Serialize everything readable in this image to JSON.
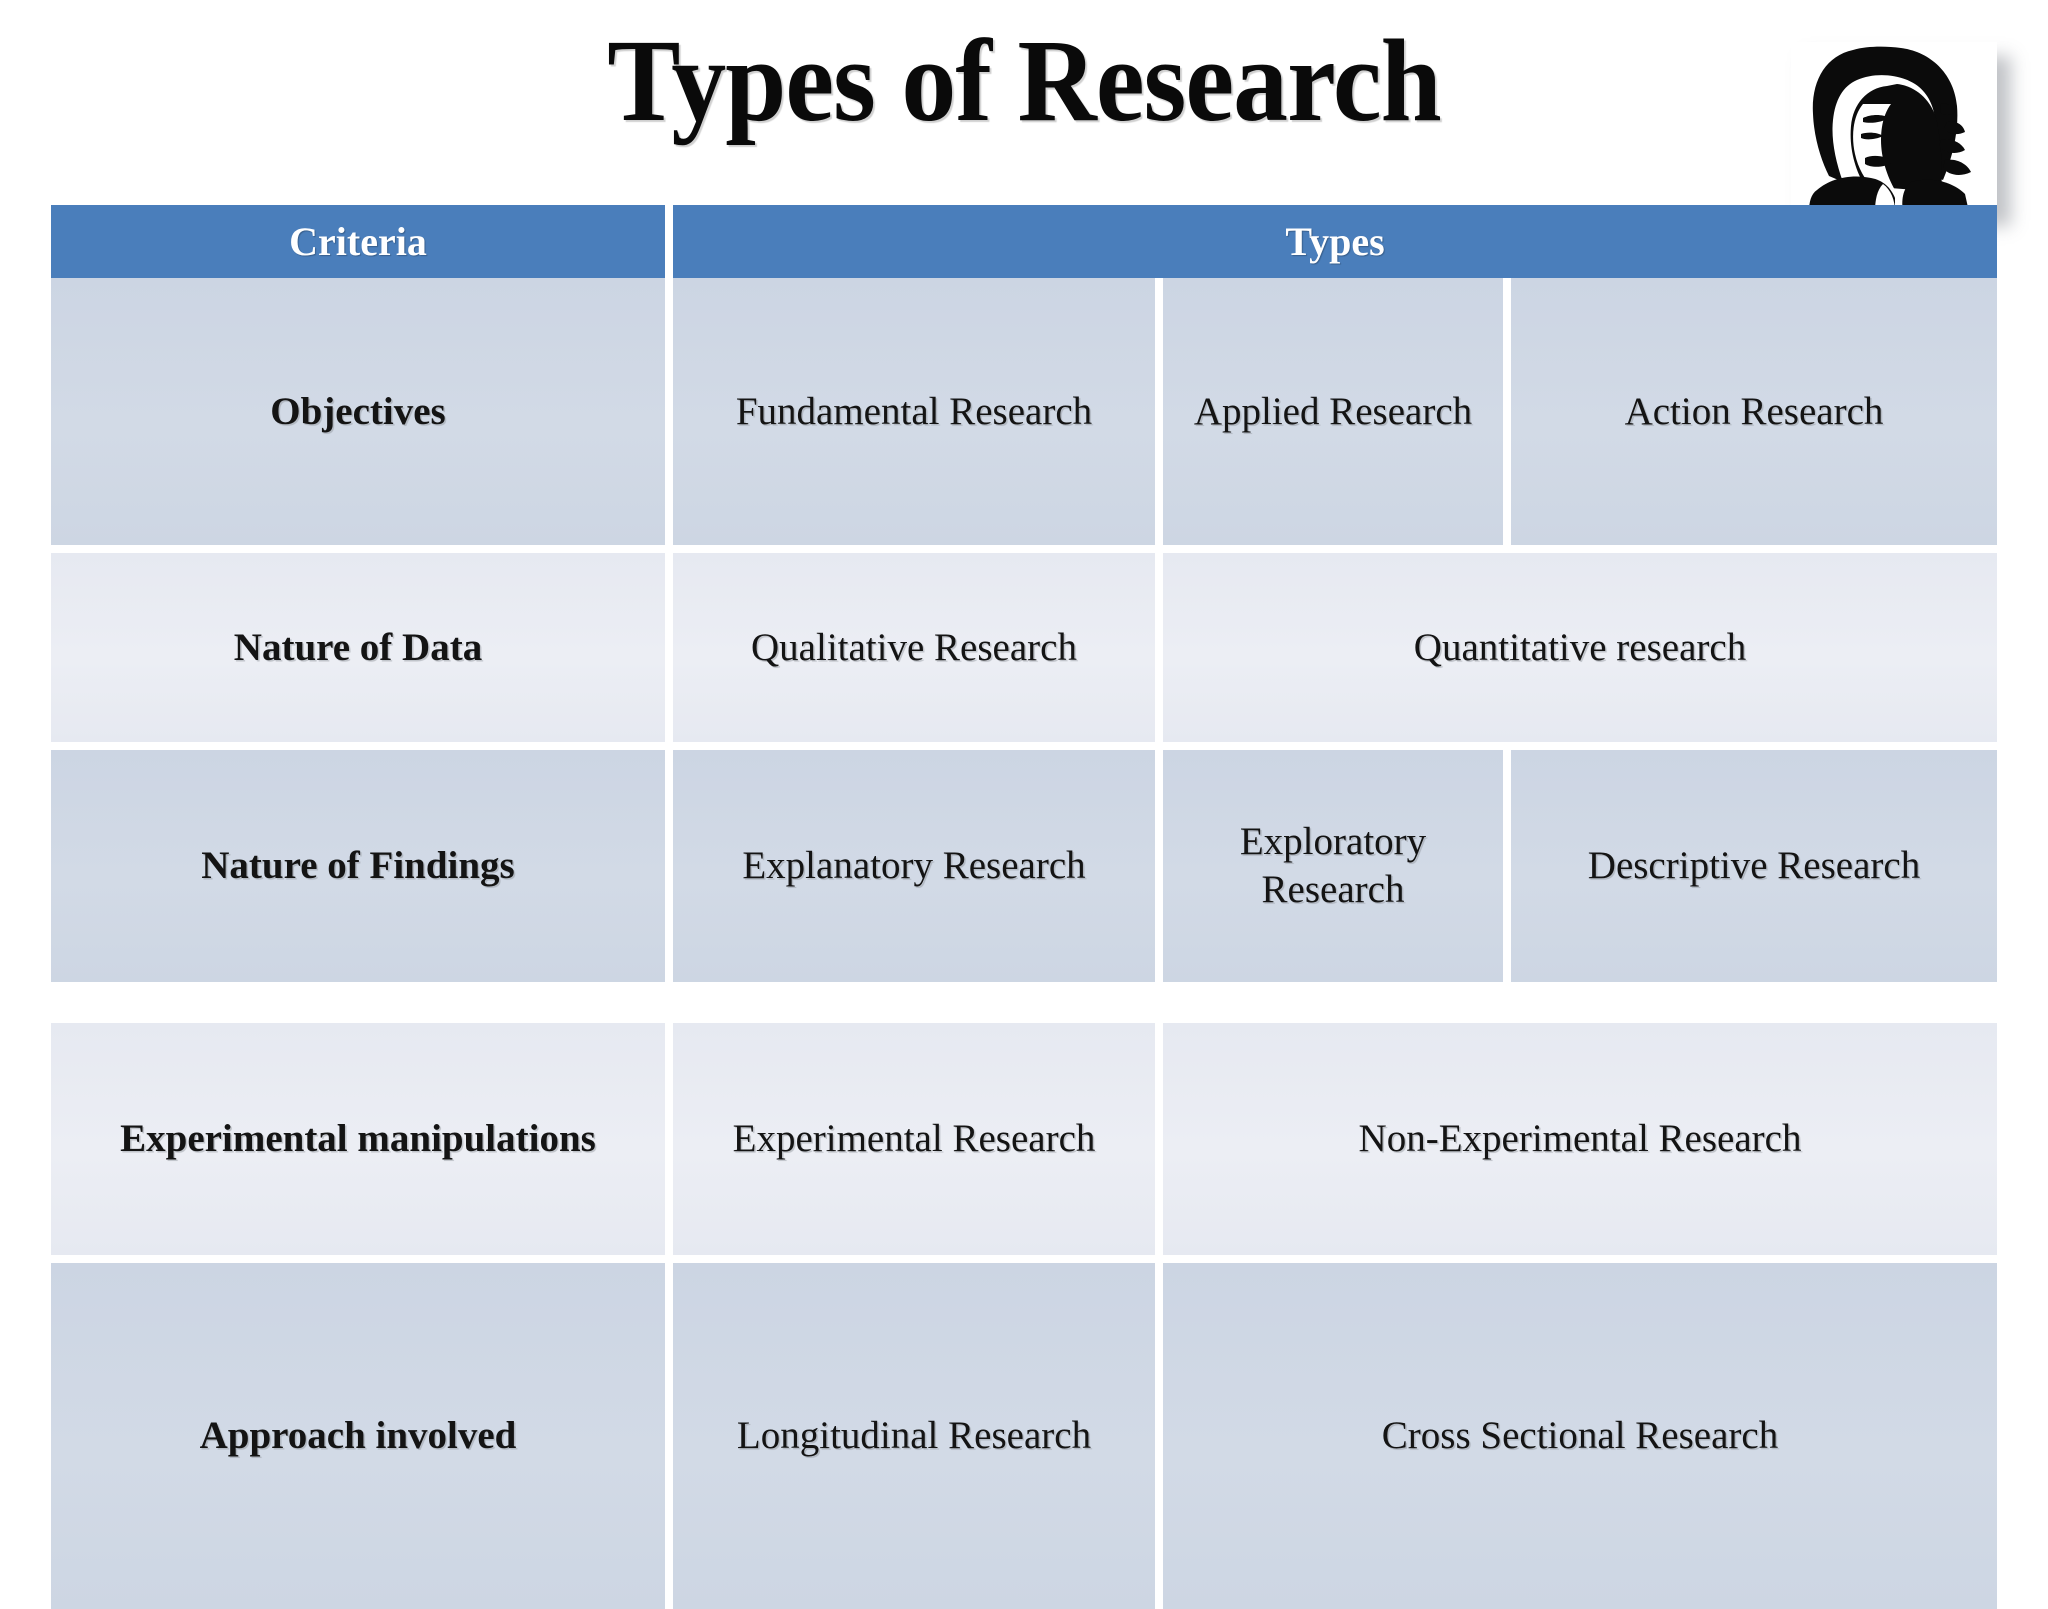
{
  "slide": {
    "title": "Types of Research",
    "photo": {
      "name": "portrait-photo",
      "alt": "High contrast black and white portrait photograph"
    },
    "colors": {
      "header_blue": "#4a7ebb",
      "row_dark": "#ccd5e3",
      "row_light": "#e6e9f1",
      "header_text": "#ffffff",
      "body_text": "#141414",
      "background": "#ffffff"
    }
  },
  "table": {
    "headers": [
      "Criteria",
      "Types"
    ],
    "rows": [
      {
        "criteria": "Objectives",
        "tint": "dark",
        "cells": [
          {
            "text": "Fundamental Research",
            "span": 1
          },
          {
            "text": "Applied Research",
            "span": 1
          },
          {
            "text": "Action Research",
            "span": 1
          }
        ]
      },
      {
        "criteria": "Nature of Data",
        "tint": "light",
        "cells": [
          {
            "text": "Qualitative Research",
            "span": 1
          },
          {
            "text": "Quantitative research",
            "span": 2
          }
        ]
      },
      {
        "criteria": "Nature of Findings",
        "tint": "dark",
        "cells": [
          {
            "text": "Explanatory Research",
            "span": 1
          },
          {
            "text": "Exploratory Research",
            "span": 1
          },
          {
            "text": "Descriptive Research",
            "span": 1
          }
        ]
      },
      {
        "criteria": "Experimental manipulations",
        "tint": "light",
        "cells": [
          {
            "text": "Experimental Research",
            "span": 1
          },
          {
            "text": "Non-Experimental Research",
            "span": 2
          }
        ]
      },
      {
        "criteria": "Approach involved",
        "tint": "dark",
        "cells": [
          {
            "text": "Longitudinal Research",
            "span": 1
          },
          {
            "text": "Cross Sectional Research",
            "span": 2
          }
        ]
      }
    ]
  }
}
